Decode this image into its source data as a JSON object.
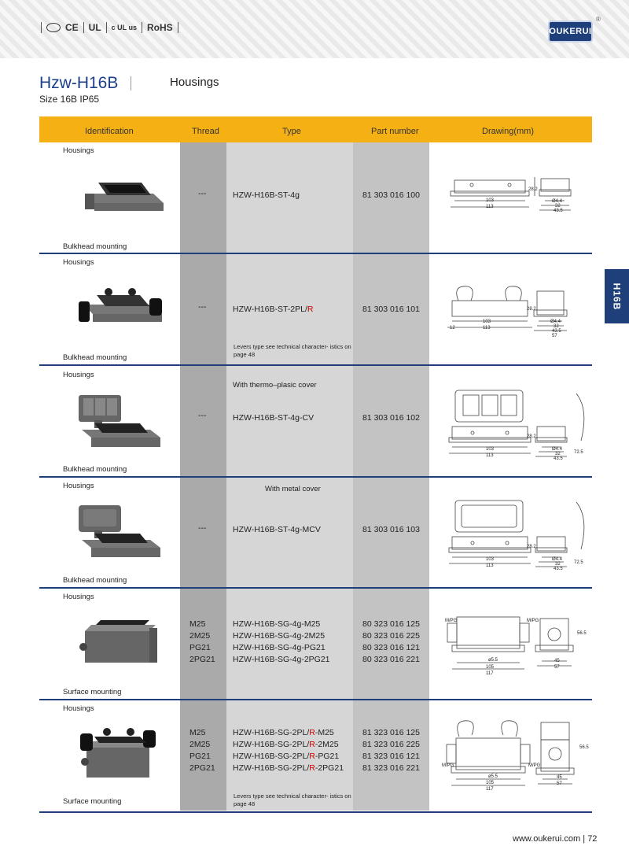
{
  "certifications": [
    "CE",
    "UL",
    "c UL us",
    "RoHS"
  ],
  "brand": "OUKERUI",
  "brand_mark": "®",
  "title": "Hzw-H16B",
  "section": "Housings",
  "subtitle": "Size 16B  IP65",
  "columns": {
    "identification": "Identification",
    "thread": "Thread",
    "type": "Type",
    "part_number": "Part number",
    "drawing": "Drawing(mm)"
  },
  "side_tab": "H16B",
  "rows": [
    {
      "top_label": "Housings",
      "bottom_label": "Bulkhead mounting",
      "thread": "---",
      "type": "HZW-H16B-ST-4g",
      "part": "81 303 016 100"
    },
    {
      "top_label": "Housings",
      "bottom_label": "Bulkhead mounting",
      "thread": "---",
      "type_a": "HZW-H16B-ST-2PL/",
      "type_r": "R",
      "part": "81 303 016 101",
      "note": "Levers type see technical character- istics on page 48"
    },
    {
      "top_label": "Housings",
      "bottom_label": "Bulkhead mounting",
      "thread": "---",
      "extra": "With thermo–plasic cover",
      "type": "HZW-H16B-ST-4g-CV",
      "part": "81 303 016 102"
    },
    {
      "top_label": "Housings",
      "bottom_label": "Bulkhead mounting",
      "thread": "---",
      "extra": "With metal cover",
      "type": "HZW-H16B-ST-4g-MCV",
      "part": "81 303 016 103"
    },
    {
      "top_label": "Housings",
      "bottom_label": "Surface mounting",
      "threads": [
        "M25",
        "2M25",
        "PG21",
        "2PG21"
      ],
      "types": [
        "HZW-H16B-SG-4g-M25",
        "HZW-H16B-SG-4g-2M25",
        "HZW-H16B-SG-4g-PG21",
        "HZW-H16B-SG-4g-2PG21"
      ],
      "parts": [
        "80 323 016 125",
        "80 323 016 225",
        "80 323 016 121",
        "80 323 016 221"
      ]
    },
    {
      "top_label": "Housings",
      "bottom_label": "Surface mounting",
      "threads": [
        "M25",
        "2M25",
        "PG21",
        "2PG21"
      ],
      "types_a": [
        "HZW-H16B-SG-2PL/",
        "HZW-H16B-SG-2PL/",
        "HZW-H16B-SG-2PL/",
        "HZW-H16B-SG-2PL/"
      ],
      "type_r": "R",
      "types_b": [
        "-M25",
        "-2M25",
        "-PG21",
        "-2PG21"
      ],
      "parts": [
        "81 323 016 125",
        "81 323 016 225",
        "81 323 016 121",
        "81 323 016 221"
      ],
      "note": "Levers type see technical character- istics on page 48"
    }
  ],
  "dims": {
    "d103": "103",
    "d113": "113",
    "d105": "105",
    "d117": "117",
    "d44": "Ø4.4",
    "d32": "32",
    "d435": "43.5",
    "d57": "57",
    "d45": "45",
    "d282": "28.2",
    "d565": "56.5",
    "d725": "72.5",
    "d55": "ø5.5",
    "mpg": "M/PG",
    "d12": "12"
  },
  "footer": {
    "url": "www.oukerui.com",
    "sep": "|",
    "page": "72"
  }
}
